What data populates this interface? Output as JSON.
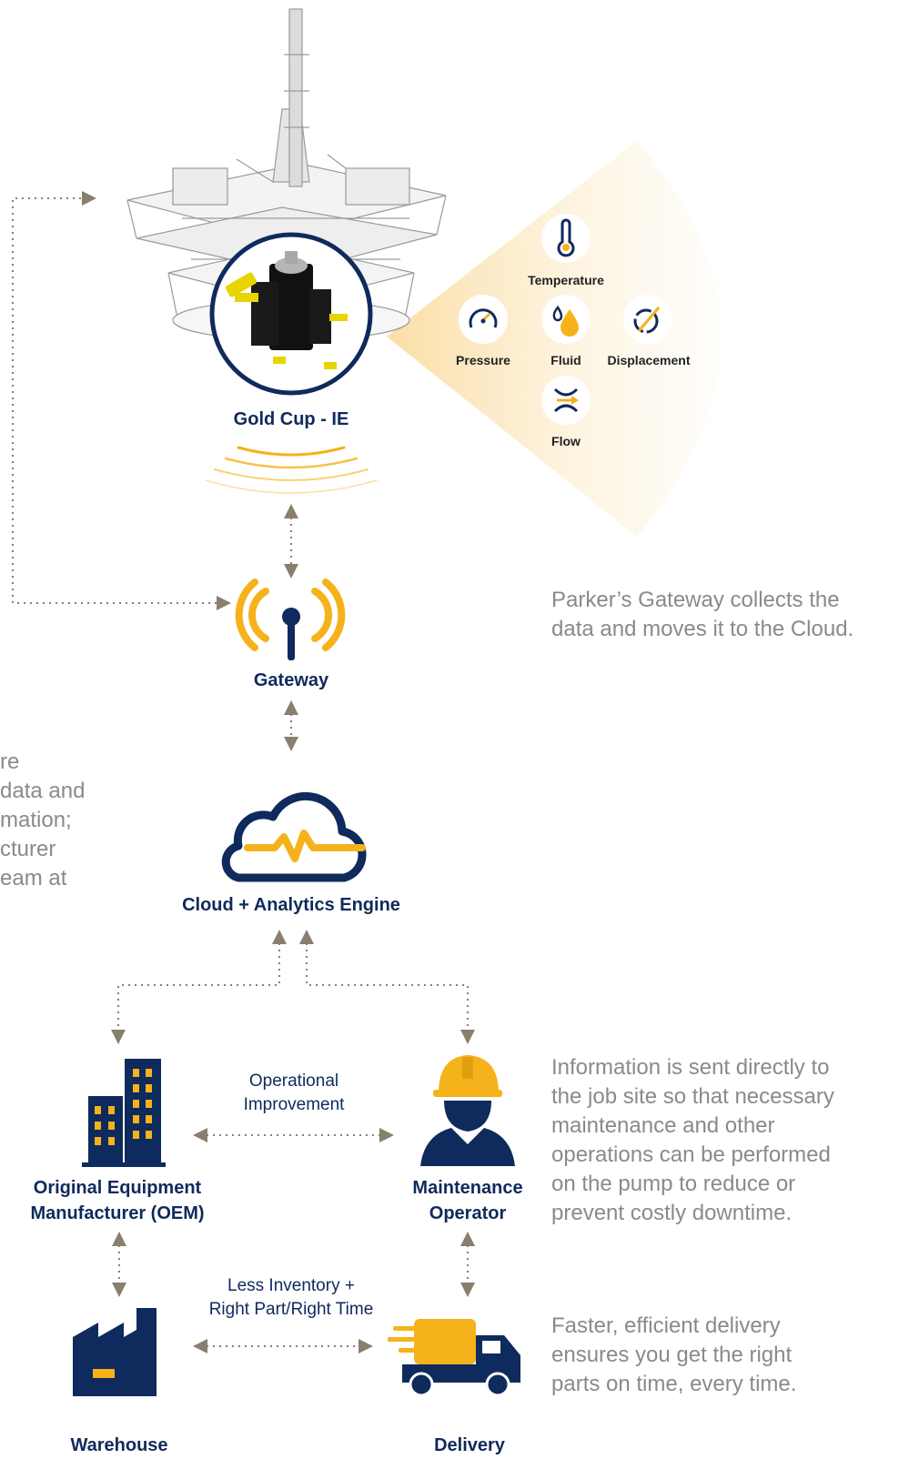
{
  "colors": {
    "navy": "#0f2a5c",
    "gold": "#f5b21b",
    "connector": "#8a7e6e",
    "description": "#8a8a8a"
  },
  "nodes": {
    "pump": {
      "label": "Gold Cup - IE",
      "icon": "pump-icon"
    },
    "gateway": {
      "label": "Gateway",
      "icon": "antenna-icon"
    },
    "cloud": {
      "label": "Cloud + Analytics Engine",
      "icon": "cloud-analytics-icon"
    },
    "oem": {
      "label_line1": "Original Equipment",
      "label_line2": "Manufacturer (OEM)",
      "icon": "buildings-icon"
    },
    "operator": {
      "label_line1": "Maintenance",
      "label_line2": "Operator",
      "icon": "worker-icon"
    },
    "warehouse": {
      "label": "Warehouse",
      "icon": "factory-icon"
    },
    "delivery": {
      "label": "Delivery",
      "icon": "truck-icon"
    }
  },
  "sensors": [
    {
      "label": "Temperature",
      "icon": "thermometer-icon"
    },
    {
      "label": "Pressure",
      "icon": "gauge-icon"
    },
    {
      "label": "Fluid",
      "icon": "droplet-icon"
    },
    {
      "label": "Displacement",
      "icon": "displacement-icon"
    },
    {
      "label": "Flow",
      "icon": "flow-icon"
    }
  ],
  "relations": {
    "oem_operator_line1": "Operational",
    "oem_operator_line2": "Improvement",
    "warehouse_delivery_line1": "Less Inventory +",
    "warehouse_delivery_line2": "Right Part/Right Time"
  },
  "descriptions": {
    "gateway": "Parker’s Gateway collects the data and moves it to the Cloud.",
    "cloud_line1": "re",
    "cloud_line2": "data and",
    "cloud_line3": "mation;",
    "cloud_line4": "cturer",
    "cloud_line5": "eam at",
    "operator": "Information is sent directly to the job site so that necessary maintenance and other operations can be performed on the pump to reduce or prevent costly downtime.",
    "delivery": "Faster, efficient delivery ensures you get the right parts on time, every time."
  }
}
